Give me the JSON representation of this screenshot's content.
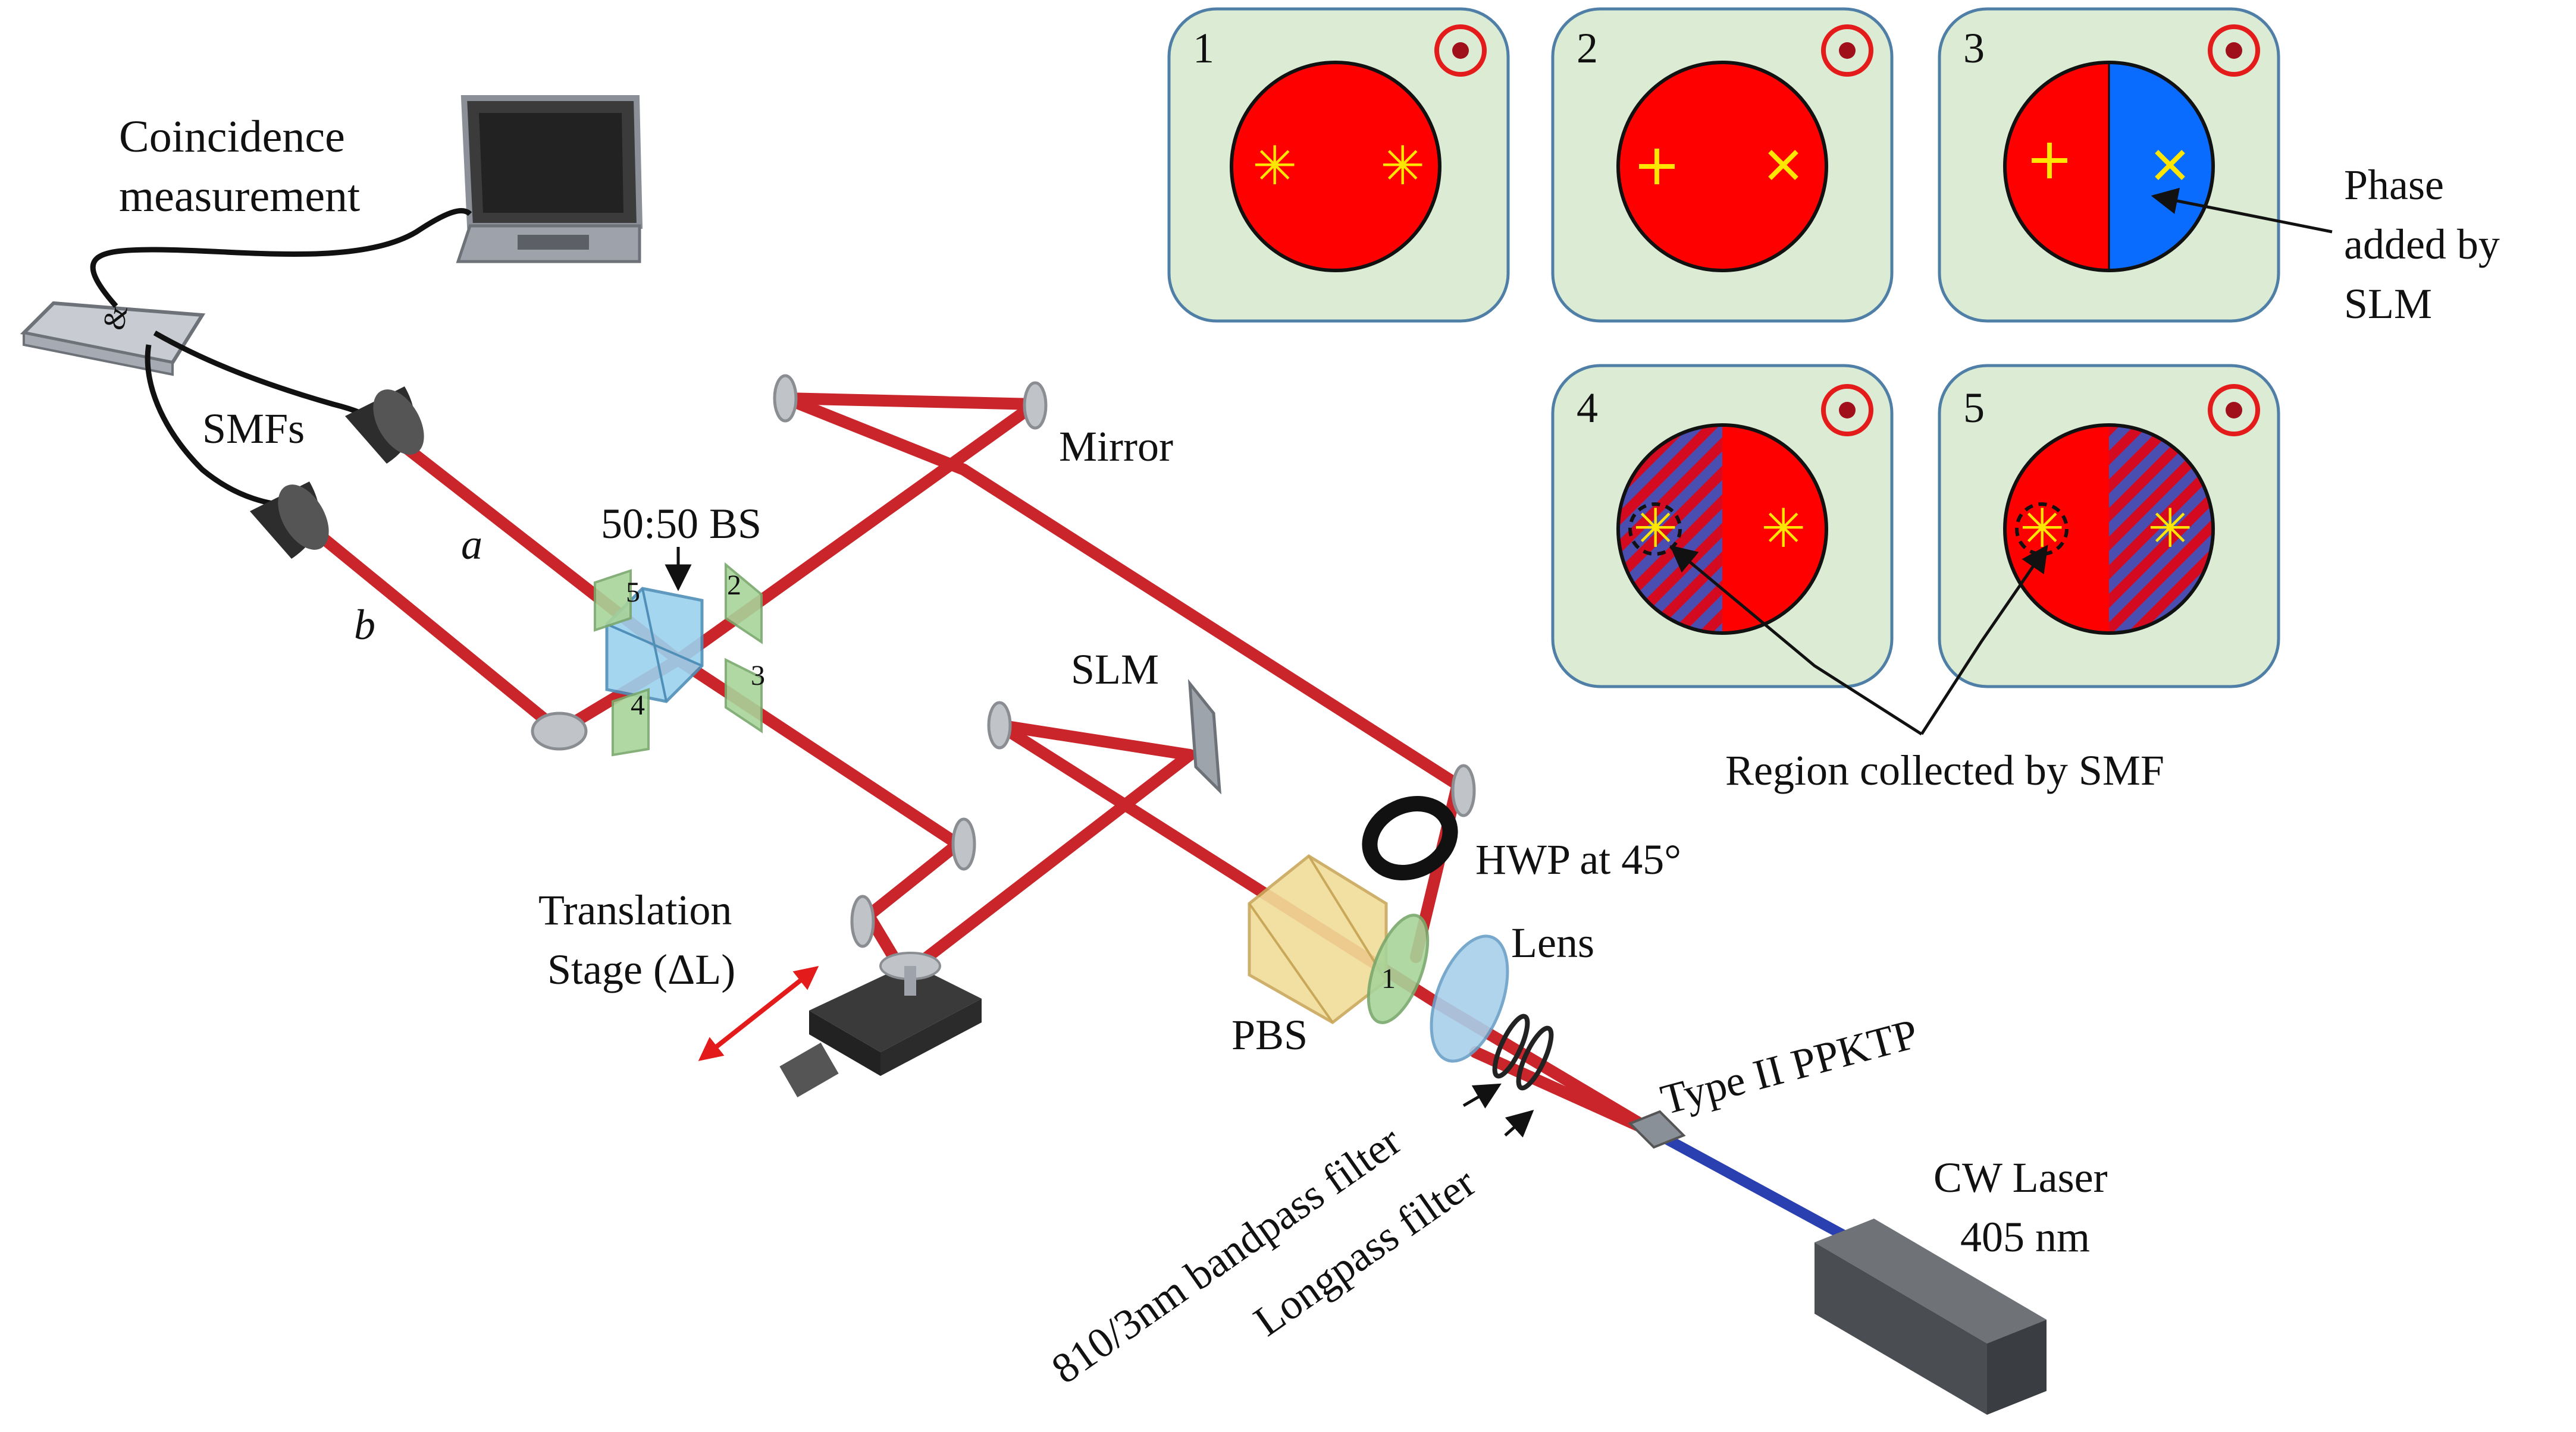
{
  "labels": {
    "coincidence_line1": "Coincidence",
    "coincidence_line2": "measurement",
    "smfs": "SMFs",
    "path_a": "a",
    "path_b": "b",
    "bs": "50:50 BS",
    "mirror": "Mirror",
    "slm": "SLM",
    "hwp": "HWP at 45°",
    "lens": "Lens",
    "pbs": "PBS",
    "ppktp": "Type II PPKTP",
    "laser_line1": "CW Laser",
    "laser_line2": "405 nm",
    "stage_line1": "Translation",
    "stage_line2": "Stage (ΔL)",
    "bandpass": "810/3nm bandpass filter",
    "longpass": "Longpass filter",
    "phase_line1": "Phase",
    "phase_line2": "added by",
    "phase_line3": "SLM",
    "region": "Region collected by SMF",
    "coincidence_symbol": "&",
    "port_1": "1",
    "port_2": "2",
    "port_3": "3",
    "port_4": "4",
    "port_5": "5"
  },
  "panels": [
    {
      "num": "1"
    },
    {
      "num": "2"
    },
    {
      "num": "3"
    },
    {
      "num": "4"
    },
    {
      "num": "5"
    }
  ],
  "colors": {
    "beam_red": "#d42a2a",
    "beam_blue": "#2a3fb0",
    "panel_bg": "#dcebd3",
    "panel_border": "#4f7fa6",
    "disk_red": "#ff0000",
    "disk_blue": "#0a6cff",
    "marker_yellow": "#ffe600",
    "arrow_red": "#e41b1b"
  }
}
